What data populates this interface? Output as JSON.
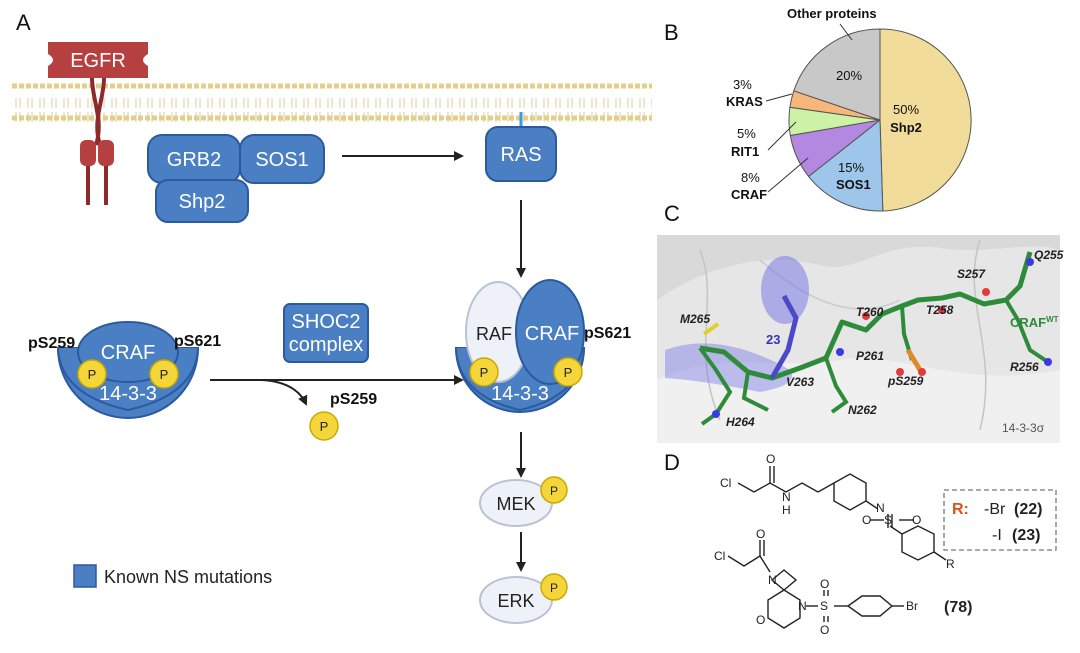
{
  "panels": {
    "a": "A",
    "b": "B",
    "c": "C",
    "d": "D"
  },
  "pathway": {
    "egfr": "EGFR",
    "grb2": "GRB2",
    "sos1": "SOS1",
    "shp2": "Shp2",
    "ras": "RAS",
    "shoc2_line1": "SHOC2",
    "shoc2_line2": "complex",
    "left_complex": {
      "craf": "CRAF",
      "scaffold": "14-3-3",
      "ps259": "pS259",
      "ps621": "pS621"
    },
    "released": "pS259",
    "right_complex": {
      "raf": "RAF",
      "craf": "CRAF",
      "scaffold": "14-3-3",
      "ps621": "pS621"
    },
    "mek": "MEK",
    "erk": "ERK",
    "phospho": "P",
    "legend": "Known NS mutations"
  },
  "chart_data": {
    "type": "pie",
    "title": "",
    "slices": [
      {
        "name": "Shp2",
        "value": 50,
        "label": "50%",
        "color": "#f2dc9a"
      },
      {
        "name": "SOS1",
        "value": 15,
        "label": "15%",
        "color": "#9ec5ea"
      },
      {
        "name": "CRAF",
        "value": 8,
        "label": "8%",
        "color": "#b388e0"
      },
      {
        "name": "RIT1",
        "value": 5,
        "label": "5%",
        "color": "#cdf1a5"
      },
      {
        "name": "KRAS",
        "value": 3,
        "label": "3%",
        "color": "#f7b77c"
      },
      {
        "name": "Other proteins",
        "value": 20,
        "label": "20%",
        "color": "#c8c8c8"
      }
    ]
  },
  "structure": {
    "residues": [
      "Q255",
      "S257",
      "T260",
      "T258",
      "M265",
      "P261",
      "R256",
      "V263",
      "pS259",
      "N262",
      "H264"
    ],
    "ligand": "23",
    "craf_label": "CRAF",
    "craf_sup": "WT",
    "protein": "14-3-3σ"
  },
  "compounds": {
    "r_label": "R:",
    "r1": "-Br",
    "r1_id": "(22)",
    "r2": "-I",
    "r2_id": "(23)",
    "c78": "(78)",
    "atoms": {
      "cl": "Cl",
      "o": "O",
      "n": "N",
      "h": "H",
      "s": "S",
      "r": "R",
      "br": "Br"
    }
  }
}
